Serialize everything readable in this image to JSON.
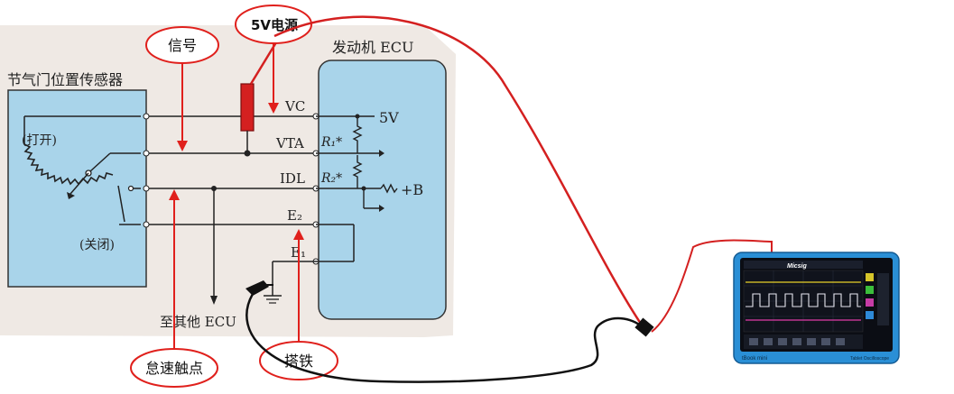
{
  "sensor": {
    "title": "节气门位置传感器",
    "open_label": "(打开)",
    "closed_label": "(关闭)"
  },
  "ecu": {
    "title": "发动机 ECU",
    "v5_label": "5V",
    "plus_b_label": "+B",
    "r1_label": "R₁*",
    "r2_label": "R₂*"
  },
  "terminals": {
    "vc": "VC",
    "vta": "VTA",
    "idl": "IDL",
    "e2": "E₂",
    "e1": "E₁"
  },
  "other_ecu": "至其他 ECU",
  "callouts": {
    "signal": "信号",
    "power_5v": "5V电源",
    "idle_contact": "怠速触点",
    "ground": "搭铁"
  },
  "oscilloscope": {
    "brand": "Micsig",
    "model": "tBook mini",
    "subtitle": "Tablet Oscilloscope"
  },
  "colors": {
    "paper": "#efe9e4",
    "ecu_fill": "#a9d4ea",
    "callout_red": "#e0201c",
    "probe_red": "#d42020",
    "scope_blue": "#2a8fd6"
  }
}
